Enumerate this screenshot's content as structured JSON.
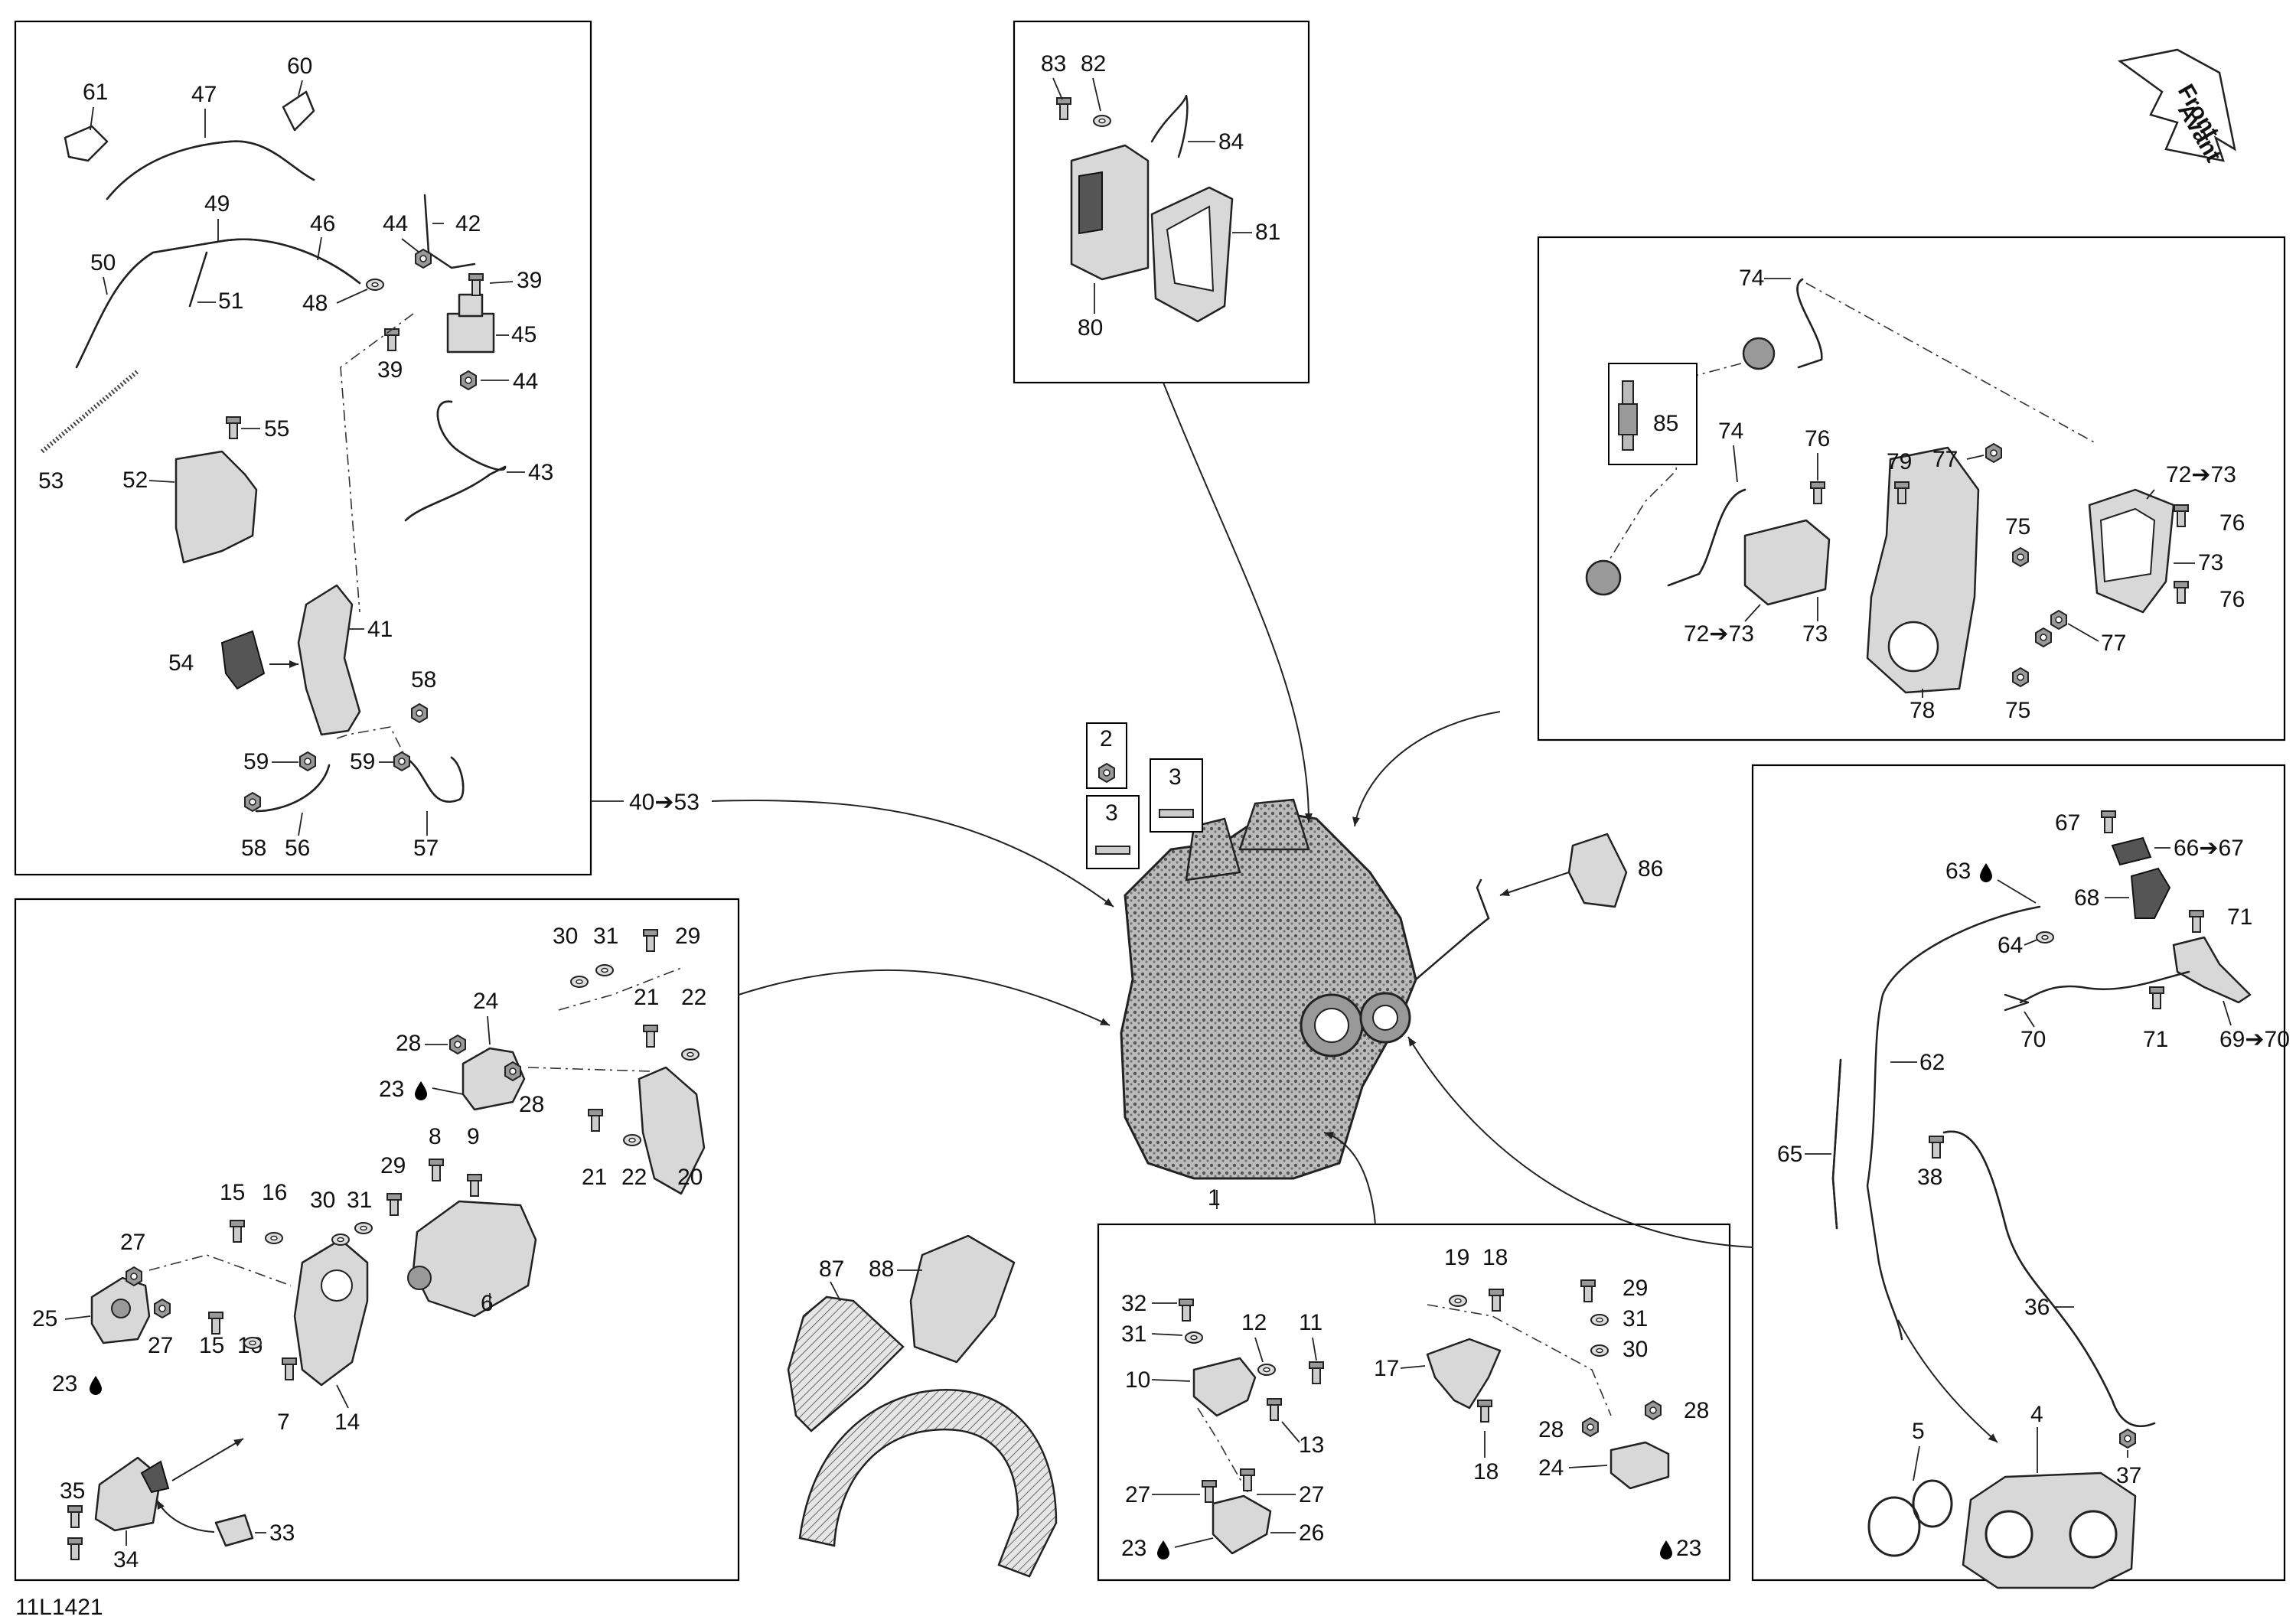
{
  "diagram_code": "11L1421",
  "front_indicator": {
    "line1": "Front",
    "line2": "Avant"
  },
  "group_ref_intake": "40➔53",
  "labels": {
    "l1": "1",
    "l2": "2",
    "l3a": "3",
    "l3b": "3",
    "l4": "4",
    "l5": "5",
    "l6": "6",
    "l7": "7",
    "l8": "8",
    "l9": "9",
    "l10": "10",
    "l11": "11",
    "l12": "12",
    "l13": "13",
    "l14": "14",
    "l15a": "15",
    "l15b": "15",
    "l16a": "16",
    "l16b": "16",
    "l17": "17",
    "l18a": "18",
    "l18b": "18",
    "l19": "19",
    "l20": "20",
    "l21a": "21",
    "l21b": "21",
    "l22a": "22",
    "l22b": "22",
    "l23a": "23",
    "l23b": "23",
    "l23c": "23",
    "l23d": "23",
    "l24a": "24",
    "l24b": "24",
    "l25": "25",
    "l26": "26",
    "l27a": "27",
    "l27b": "27",
    "l27c": "27",
    "l27d": "27",
    "l28a": "28",
    "l28b": "28",
    "l28c": "28",
    "l28d": "28",
    "l29a": "29",
    "l29b": "29",
    "l29c": "29",
    "l30a": "30",
    "l30b": "30",
    "l30c": "30",
    "l31a": "31",
    "l31b": "31",
    "l31c": "31",
    "l31d": "31",
    "l32": "32",
    "l33": "33",
    "l34": "34",
    "l35": "35",
    "l36": "36",
    "l37": "37",
    "l38": "38",
    "l39a": "39",
    "l39b": "39",
    "l41": "41",
    "l42": "42",
    "l43": "43",
    "l44a": "44",
    "l44b": "44",
    "l45": "45",
    "l46": "46",
    "l47": "47",
    "l48": "48",
    "l49": "49",
    "l50": "50",
    "l51": "51",
    "l52": "52",
    "l53": "53",
    "l54": "54",
    "l55": "55",
    "l56": "56",
    "l57": "57",
    "l58a": "58",
    "l58b": "58",
    "l59a": "59",
    "l59b": "59",
    "l60": "60",
    "l61": "61",
    "l62": "62",
    "l63": "63",
    "l64": "64",
    "l65": "65",
    "l66": "66➔67",
    "l67": "67",
    "l68": "68",
    "l69": "69➔70",
    "l70": "70",
    "l71a": "71",
    "l71b": "71",
    "l72a": "72➔73",
    "l72b": "72➔73",
    "l73a": "73",
    "l73b": "73",
    "l74a": "74",
    "l74b": "74",
    "l75a": "75",
    "l75b": "75",
    "l76a": "76",
    "l76b": "76",
    "l76c": "76",
    "l77a": "77",
    "l77b": "77",
    "l78": "78",
    "l79": "79",
    "l80": "80",
    "l81": "81",
    "l82": "82",
    "l83": "83",
    "l84": "84",
    "l85": "85",
    "l86": "86",
    "l87": "87",
    "l88": "88"
  }
}
